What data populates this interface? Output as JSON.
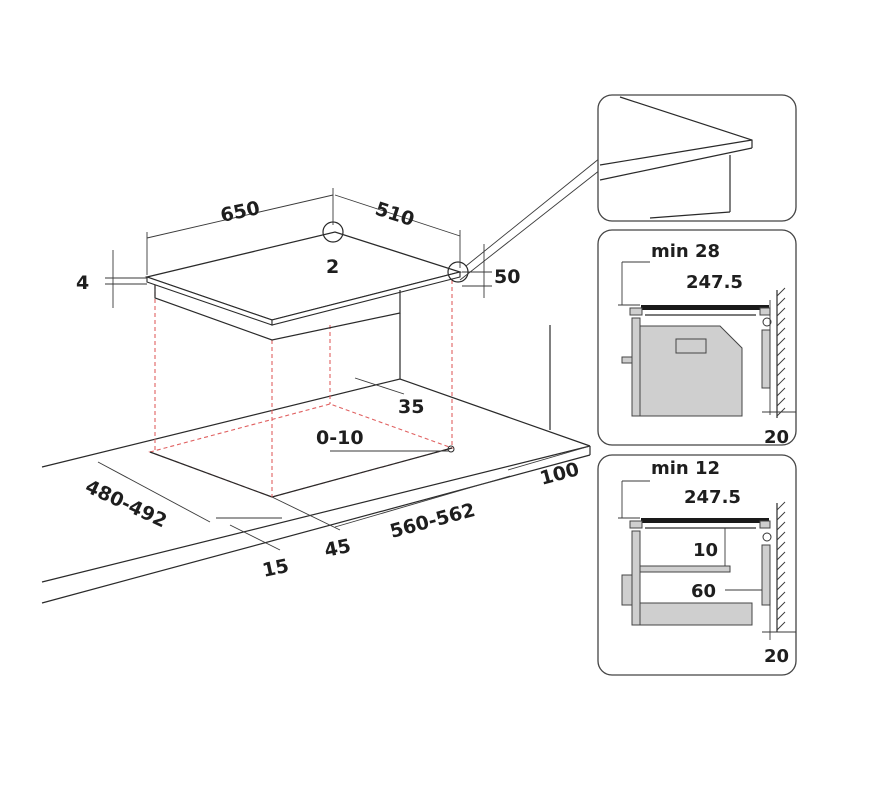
{
  "main": {
    "width": "650",
    "depth": "510",
    "glass_thickness": "4",
    "edge": "2",
    "hob_height": "50",
    "cutout_back_gap": "35",
    "cable_gap": "0-10",
    "cutout_depth": "480-492",
    "cutout_width": "560-562",
    "front_min": "45",
    "front_edge": "15",
    "rear_clearance": "100"
  },
  "oven_section": {
    "min_clearance": "min 28",
    "center_offset": "247.5",
    "wall_gap": "20"
  },
  "drawer_section": {
    "min_clearance": "min 12",
    "center_offset": "247.5",
    "panel_gap": "10",
    "drawer_gap": "60",
    "wall_gap": "20"
  }
}
